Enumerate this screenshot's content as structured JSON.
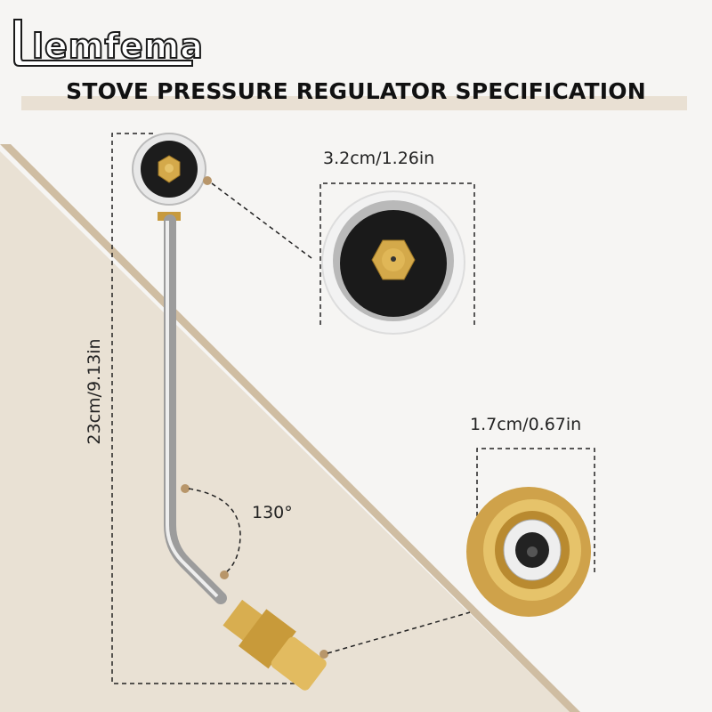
{
  "brand": {
    "logo_text": "lemfema"
  },
  "header": {
    "title": "STOVE PRESSURE REGULATOR SPECIFICATION"
  },
  "dimensions": {
    "total_length": "23cm/9.13in",
    "head_diameter": "3.2cm/1.26in",
    "connector_diameter": "1.7cm/0.67in",
    "bend_angle": "130°"
  },
  "colors": {
    "background": "#f6f5f3",
    "beige_panel": "#e9e0d3",
    "diagonal_stripe": "#c8b393",
    "brass": "#d4a94a",
    "dot": "#b8966a"
  }
}
